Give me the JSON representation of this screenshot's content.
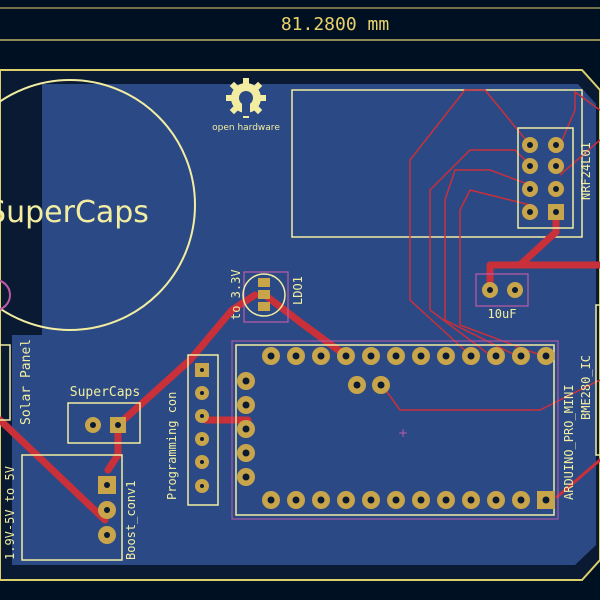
{
  "dimension": {
    "label": "81.2800 mm"
  },
  "logo": {
    "icon": "open-hardware-gear-icon",
    "label": "open hardware"
  },
  "labels": {
    "supercaps_big": "SuperCaps",
    "supercaps_small": "SuperCaps",
    "solar_panel": "Solar Panel",
    "boost_range": "1.9V-5V to 5V",
    "boost_conv": "Boost_conv1",
    "programming": "Programming con",
    "ldo_to": "to 3.3V",
    "ldo": "LDO1",
    "cap": "10uF",
    "arduino": "ARDUINO_PRO_MINI",
    "bme": "BME280_IC",
    "nrf": "NRF24L01"
  },
  "colors": {
    "background": "#001023",
    "board_fill": "#2b4a85",
    "copper_top": "#c9303a",
    "pad_gold": "#c8a54a",
    "silkscreen": "#f2eda1",
    "edge_cut": "#dcd06a",
    "courtyard": "#c05aa8"
  }
}
